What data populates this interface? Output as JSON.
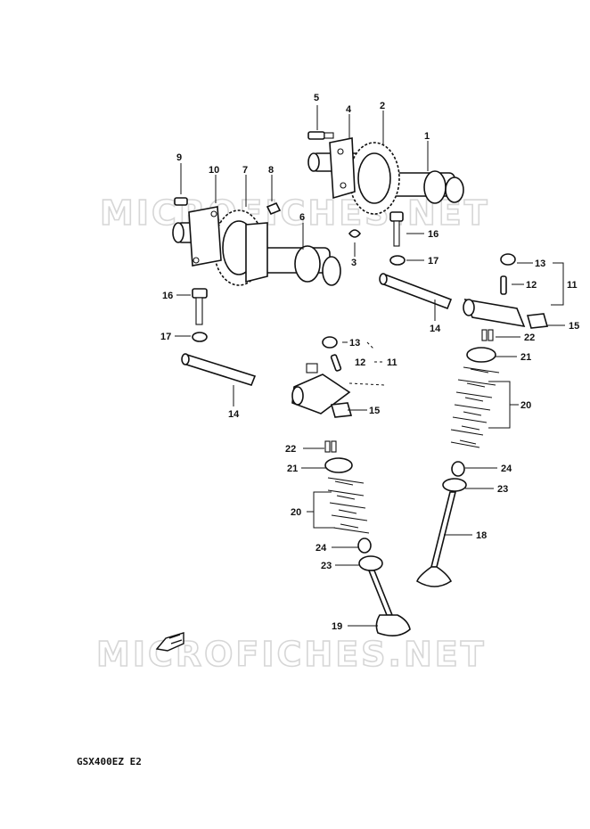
{
  "watermarks": [
    "MICROFICHES.NET",
    "MICROFICHES.NET"
  ],
  "model_code": "GSX400EZ  E2",
  "callouts": [
    {
      "id": "c1",
      "text": "1"
    },
    {
      "id": "c2",
      "text": "2"
    },
    {
      "id": "c3",
      "text": "3"
    },
    {
      "id": "c4",
      "text": "4"
    },
    {
      "id": "c5",
      "text": "5"
    },
    {
      "id": "c6",
      "text": "6"
    },
    {
      "id": "c7",
      "text": "7"
    },
    {
      "id": "c8",
      "text": "8"
    },
    {
      "id": "c9",
      "text": "9"
    },
    {
      "id": "c10",
      "text": "10"
    },
    {
      "id": "c11a",
      "text": "11"
    },
    {
      "id": "c11b",
      "text": "11"
    },
    {
      "id": "c12a",
      "text": "12"
    },
    {
      "id": "c12b",
      "text": "12"
    },
    {
      "id": "c13a",
      "text": "13"
    },
    {
      "id": "c13b",
      "text": "13"
    },
    {
      "id": "c14a",
      "text": "14"
    },
    {
      "id": "c14b",
      "text": "14"
    },
    {
      "id": "c15a",
      "text": "15"
    },
    {
      "id": "c15b",
      "text": "15"
    },
    {
      "id": "c16a",
      "text": "16"
    },
    {
      "id": "c16b",
      "text": "16"
    },
    {
      "id": "c17a",
      "text": "17"
    },
    {
      "id": "c17b",
      "text": "17"
    },
    {
      "id": "c18",
      "text": "18"
    },
    {
      "id": "c19",
      "text": "19"
    },
    {
      "id": "c20a",
      "text": "20"
    },
    {
      "id": "c20b",
      "text": "20"
    },
    {
      "id": "c21a",
      "text": "21"
    },
    {
      "id": "c21b",
      "text": "21"
    },
    {
      "id": "c22a",
      "text": "22"
    },
    {
      "id": "c22b",
      "text": "22"
    },
    {
      "id": "c23a",
      "text": "23"
    },
    {
      "id": "c23b",
      "text": "23"
    },
    {
      "id": "c24a",
      "text": "24"
    },
    {
      "id": "c24b",
      "text": "24"
    }
  ]
}
